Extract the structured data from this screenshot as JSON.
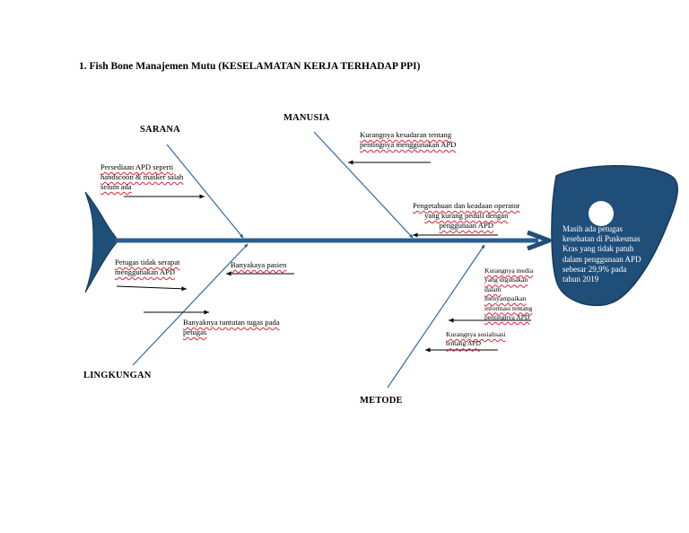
{
  "title": "1.   Fish Bone Manajemen Mutu (KESELAMATAN KERJA TERHADAP PPI)",
  "colors": {
    "fish": "#1f4e79",
    "bone": "#2e6aa6",
    "arrow": "#000000"
  },
  "categories": {
    "sarana": "SARANA",
    "manusia": "MANUSIA",
    "lingkungan": "LINGKUNGAN",
    "metode": "METODE"
  },
  "causes": {
    "sarana_1": "Persediaan APD seperti\nhandscoon & masker salah\nselum ada",
    "sarana_2": "Petugas tidak serapat\nmenggunakan APD",
    "manusia_1": "Kurangnya kesadaran tentang\npentingnya menggunakan APD",
    "manusia_2": "Pengetahuan dan keadaan operator\nyang kurang peduli dengan\npenggunaan APD",
    "lingkungan_1": "Banyakaya pasien",
    "lingkungan_2": "Banyaknya tuntutan tugas pada\npetugas",
    "metode_1": "Kurangnya media\nyang digunakan\ndalam\nmenyampaikan\ninformasi  tentang\npentingnya APD",
    "metode_2": "Kurangnya sosialisasi\ntentang APD"
  },
  "effect": "Masih ada petugas\nkesehatan di Puskesmas\nKras yang tidak patuh\ndalam penggunaan APD\nsebesar 29,9% pada\ntahun 2019"
}
